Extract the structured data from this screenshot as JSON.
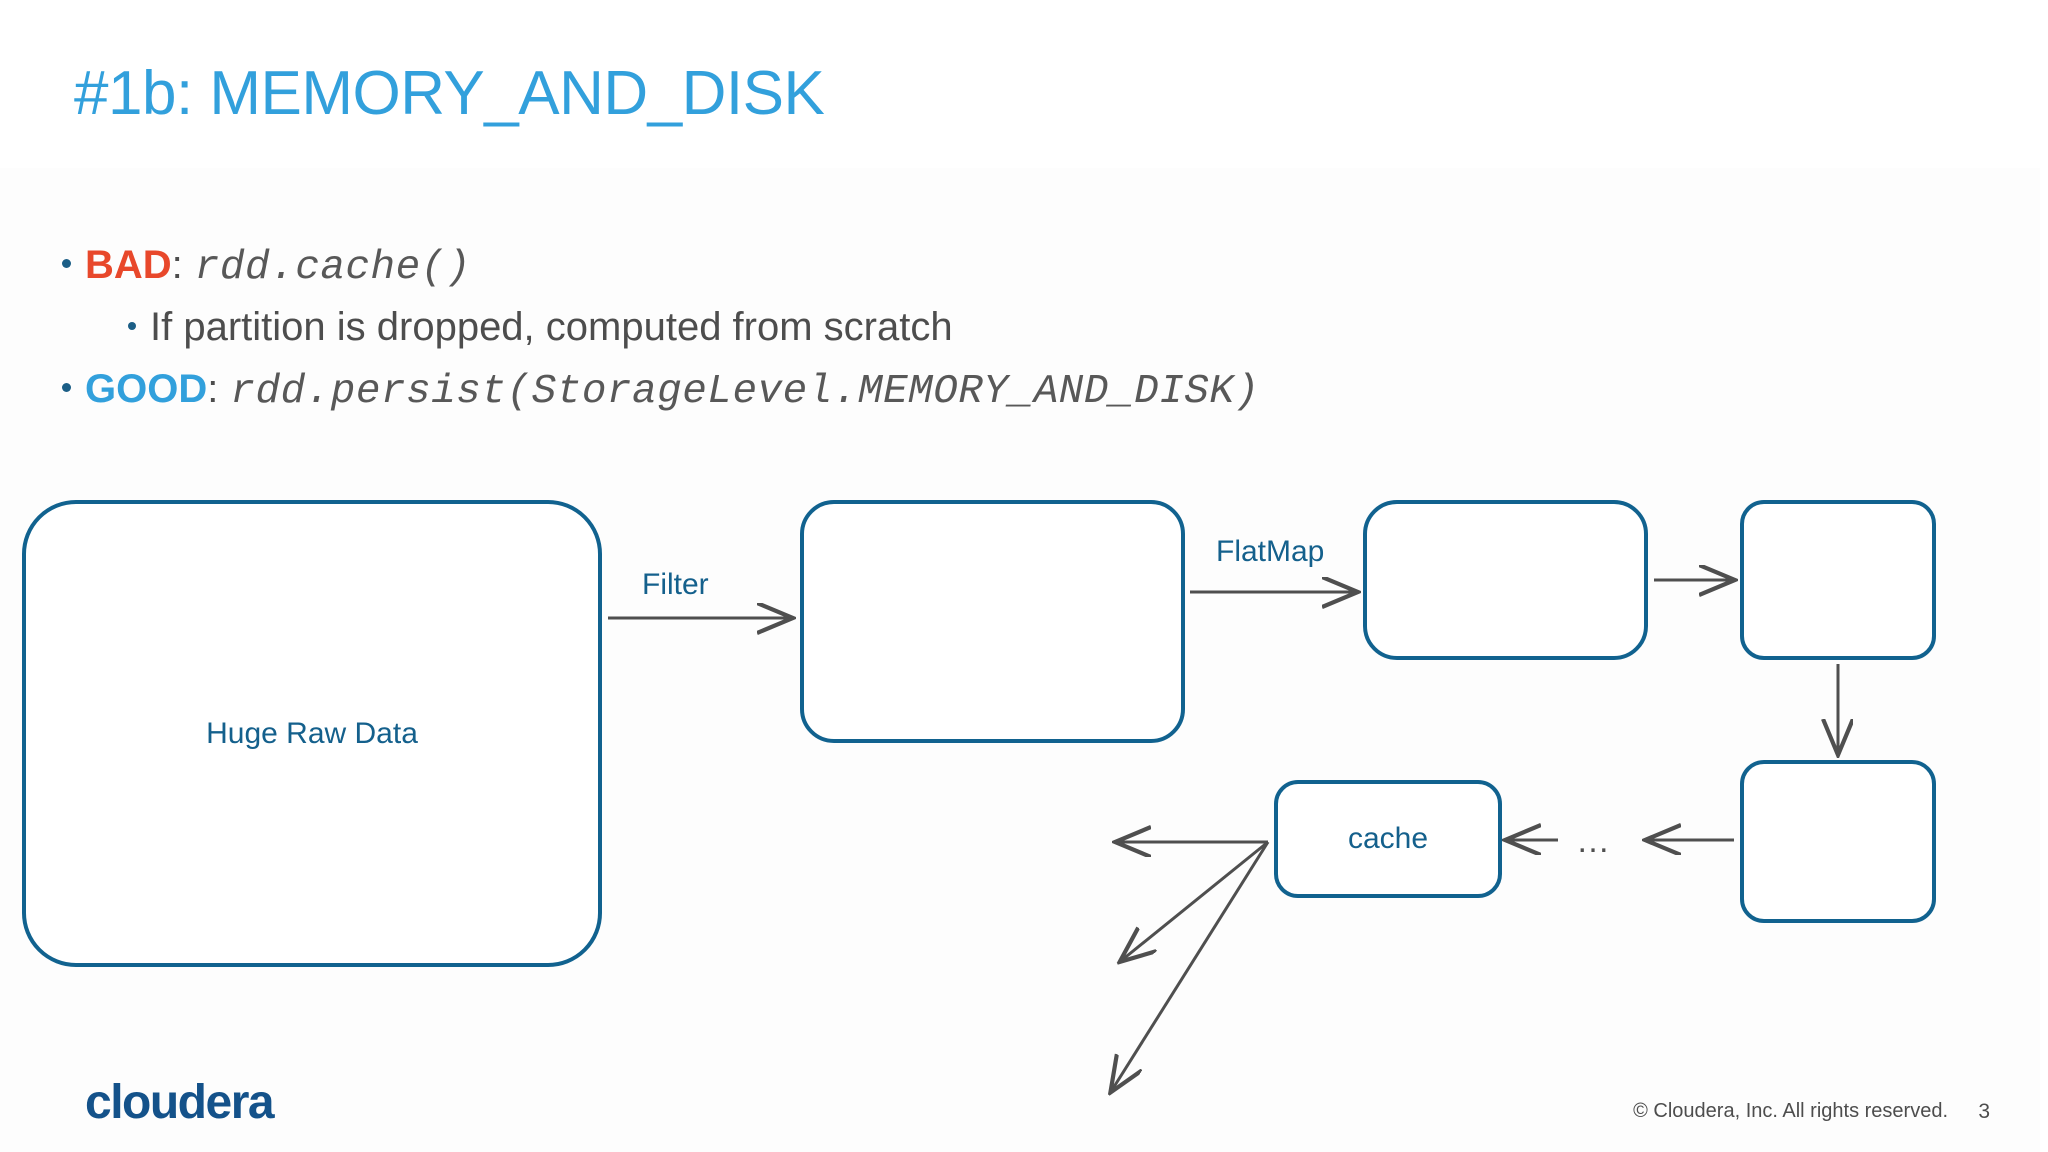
{
  "slide": {
    "title": "#1b: MEMORY_AND_DISK",
    "title_color": "#32a0dc",
    "background": "#ffffff"
  },
  "bullets": [
    {
      "level": 1,
      "label": "BAD",
      "label_color": "#e8482b",
      "separator": ":",
      "code": "rdd.cache()"
    },
    {
      "level": 2,
      "text": "If partition is dropped, computed from scratch"
    },
    {
      "level": 1,
      "label": "GOOD",
      "label_color": "#32a0dc",
      "separator": ":",
      "code": "rdd.persist(StorageLevel.MEMORY_AND_DISK)"
    }
  ],
  "diagram": {
    "stroke_color": "#11628f",
    "text_color": "#14608c",
    "arrow_color": "#4f4f4f",
    "nodes": [
      {
        "id": "huge-raw-data",
        "label": "Huge Raw Data"
      },
      {
        "id": "filtered-rdd",
        "label": ""
      },
      {
        "id": "flatmapped-rdd",
        "label": ""
      },
      {
        "id": "next-rdd",
        "label": ""
      },
      {
        "id": "later-rdd",
        "label": ""
      },
      {
        "id": "cache",
        "label": "cache"
      }
    ],
    "edges": [
      {
        "from": "huge-raw-data",
        "to": "filtered-rdd",
        "label": "Filter"
      },
      {
        "from": "filtered-rdd",
        "to": "flatmapped-rdd",
        "label": "FlatMap"
      },
      {
        "from": "flatmapped-rdd",
        "to": "next-rdd",
        "label": ""
      },
      {
        "from": "next-rdd",
        "to": "later-rdd",
        "label": ""
      },
      {
        "from": "later-rdd",
        "to": "cache",
        "label": "…"
      },
      {
        "from": "cache",
        "to": "out-1",
        "label": ""
      },
      {
        "from": "cache",
        "to": "out-2",
        "label": ""
      },
      {
        "from": "cache",
        "to": "out-3",
        "label": ""
      }
    ],
    "ellipsis": "…"
  },
  "footer": {
    "logo": "cloudera",
    "copyright": "© Cloudera, Inc. All rights reserved.",
    "page_number": "3"
  }
}
